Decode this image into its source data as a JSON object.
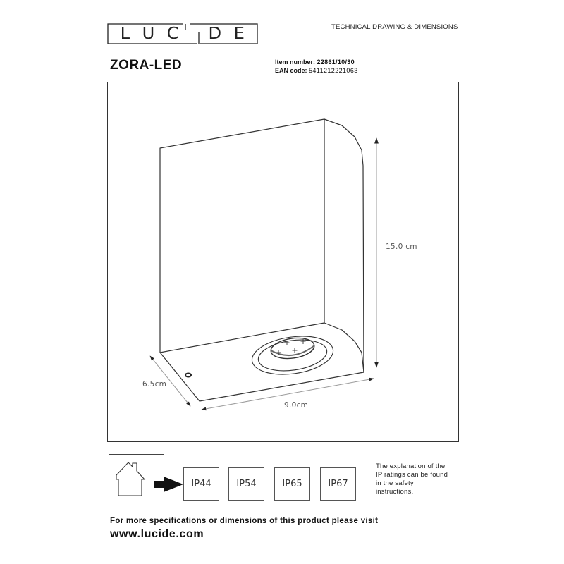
{
  "header": {
    "brand_letters": [
      "L",
      "U",
      "C",
      "i",
      "D",
      "E"
    ],
    "brand_name": "LUCIDE",
    "document_type": "TECHNICAL DRAWING & DIMENSIONS"
  },
  "product": {
    "name": "ZORA-LED",
    "item_number_label": "Item number:",
    "item_number": "22861/10/30",
    "ean_label": "EAN code:",
    "ean": "5411212221063"
  },
  "drawing": {
    "height_label": "15.0 cm",
    "depth_label": "6.5cm",
    "width_label": "9.0cm",
    "line_color": "#333333",
    "dimension_color": "#999999"
  },
  "ip_ratings": {
    "icon": "house-icon",
    "ratings": [
      "IP44",
      "IP54",
      "IP65",
      "IP67"
    ],
    "note_lines": [
      "The explanation of the",
      "IP ratings can be found",
      "in the safety",
      "instructions."
    ]
  },
  "footer": {
    "text": "For more specifications or dimensions of this product please visit",
    "url": "www.lucide.com"
  }
}
